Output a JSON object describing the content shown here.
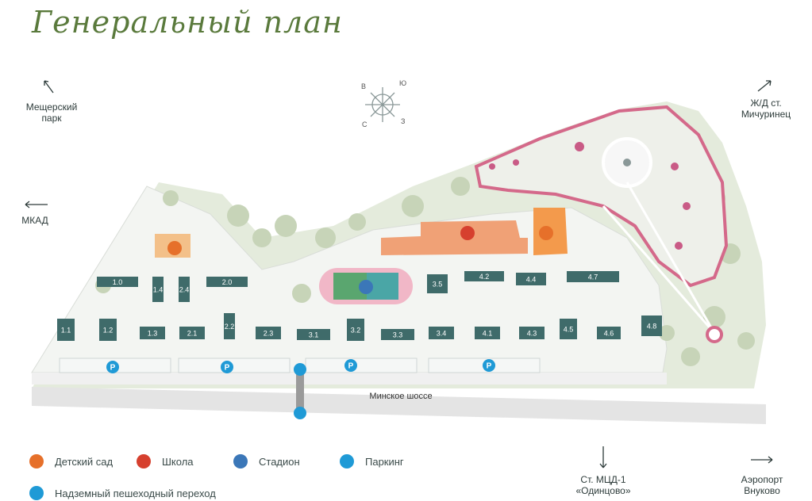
{
  "title": "Генеральный план",
  "directions": {
    "meshchersky": "Мещерский\nпарк",
    "mkad": "МКАД",
    "michurinets": "Ж/Д ст.\nМичуринец",
    "odintsovo": "Ст. МЦД-1\n«Одинцово»",
    "vnukovo": "Аэропорт\nВнуково"
  },
  "compass": {
    "n": "В",
    "e": "Ю",
    "s": "С",
    "w": "З"
  },
  "road": "Минское шоссе",
  "buildings": [
    "1.0",
    "1.1",
    "1.2",
    "1.3",
    "1.4",
    "2.0",
    "2.1",
    "2.2",
    "2.3",
    "2.4",
    "3.1",
    "3.2",
    "3.3",
    "3.4",
    "3.5",
    "4.1",
    "4.2",
    "4.3",
    "4.4",
    "4.5",
    "4.6",
    "4.7",
    "4.8"
  ],
  "parking_symbol": "P",
  "legend": {
    "kindergarten": "Детский сад",
    "school": "Школа",
    "stadium": "Стадион",
    "parking": "Паркинг",
    "crossing": "Надземный пешеходный переход"
  },
  "colors": {
    "building": "#3f6b6a",
    "school": "#f0a176",
    "kindergarten": "#f39a4c",
    "park": "#dfe6d6",
    "tree": "#b8c9a8",
    "road": "#e8e8e8",
    "accent_pink": "#d4698a",
    "parking_icon": "#1f9ad6"
  }
}
